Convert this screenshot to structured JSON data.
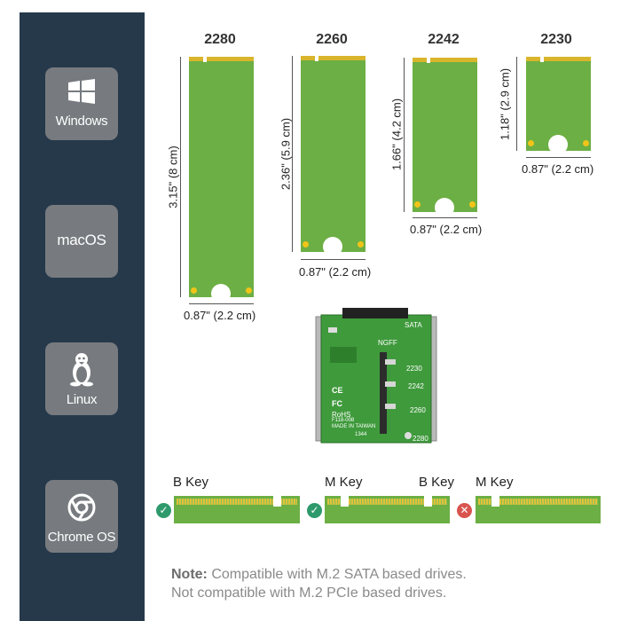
{
  "os_tiles": [
    {
      "label": "Windows",
      "icon": "windows-logo-icon"
    },
    {
      "label": "macOS",
      "icon": ""
    },
    {
      "label": "Linux",
      "icon": "linux-tux-icon"
    },
    {
      "label": "Chrome OS",
      "icon": "chrome-logo-icon"
    }
  ],
  "cards": [
    {
      "size": "2280",
      "length": "3.15\" (8 cm)",
      "width": "0.87\" (2.2 cm)"
    },
    {
      "size": "2260",
      "length": "2.36\" (5.9 cm)",
      "width": "0.87\" (2.2 cm)"
    },
    {
      "size": "2242",
      "length": "1.66\" (4.2 cm)",
      "width": "0.87\" (2.2 cm)"
    },
    {
      "size": "2230",
      "length": "1.18\" (2.9 cm)",
      "width": "0.87\" (2.2 cm)"
    }
  ],
  "board": {
    "connector_label": "SATA",
    "slot_label": "NGFF",
    "marks": [
      "2230",
      "2242",
      "2260",
      "2280"
    ],
    "ce": "CE",
    "fc": "FC",
    "rohs": "RoHS",
    "model": "F118-008",
    "origin": "MADE IN TAIWAN",
    "code": "1344"
  },
  "keys": {
    "key1_label": "B Key",
    "key2_left_label": "M Key",
    "key2_right_label": "B Key",
    "key3_label": "M Key",
    "status_ok": "✓",
    "status_bad": "✕"
  },
  "note": {
    "bold": "Note:",
    "line1": " Compatible with M.2 SATA based drives.",
    "line2": "Not compatible with M.2 PCIe based drives."
  },
  "colors": {
    "sidebar": "#26394b",
    "tile": "#777b7f",
    "pcb_green": "#6caf44",
    "contact_gold": "#d9b52b",
    "compatible": "#2e9a6c",
    "incompatible": "#d9544f"
  }
}
